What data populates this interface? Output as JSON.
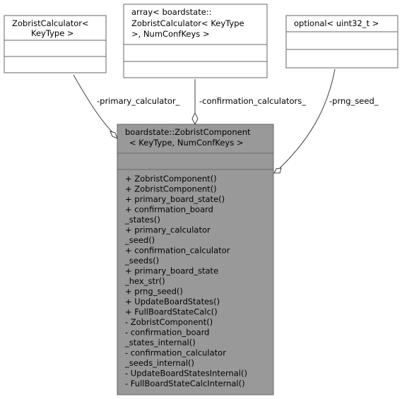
{
  "colors": {
    "background": "#ffffff",
    "box_fill": "#ffffff",
    "main_box_fill": "#999999",
    "border": "#666666",
    "edge": "#404040"
  },
  "boxes": {
    "zobrist_calculator": {
      "title_lines": [
        "ZobristCalculator<",
        "KeyType >"
      ]
    },
    "array": {
      "title_lines": [
        "array< boardstate::",
        "ZobristCalculator< KeyType",
        ">, NumConfKeys >"
      ]
    },
    "optional": {
      "title_lines": [
        "optional< uint32_t >"
      ]
    },
    "main": {
      "title_lines": [
        "boardstate::ZobristComponent",
        "< KeyType, NumConfKeys >"
      ],
      "members": [
        "+ ZobristComponent()",
        "+ ZobristComponent()",
        "+ primary_board_state()",
        "+ confirmation_board",
        "_states()",
        "+ primary_calculator",
        "_seed()",
        "+ confirmation_calculator",
        "_seeds()",
        "+ primary_board_state",
        "_hex_str()",
        "+ prng_seed()",
        "+ UpdateBoardStates()",
        "+ FullBoardStateCalc()",
        "- ZobristComponent()",
        "- confirmation_board",
        "_states_internal()",
        "- confirmation_calculator",
        "_seeds_internal()",
        "- UpdateBoardStatesInternal()",
        "- FullBoardStateCalcInternal()"
      ]
    }
  },
  "edges": {
    "primary_calculator": {
      "label": "-primary_calculator_"
    },
    "confirmation_calculators": {
      "label": "-confirmation_calculators_"
    },
    "prng_seed": {
      "label": "-prng_seed_"
    }
  }
}
